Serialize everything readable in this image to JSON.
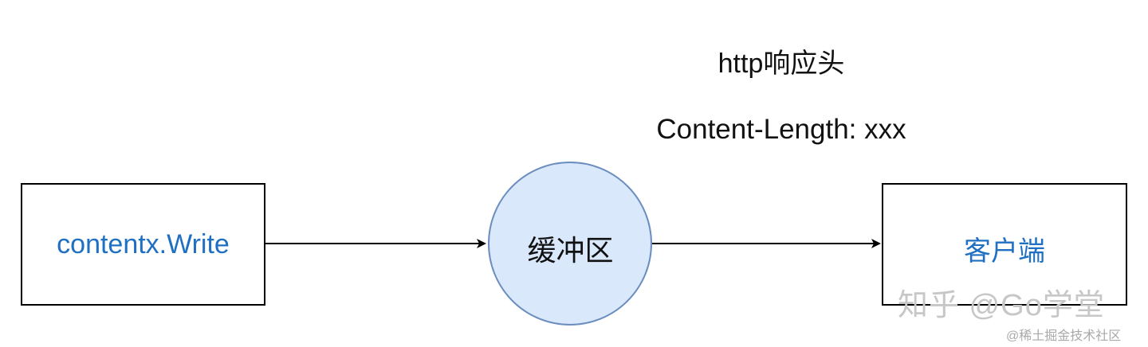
{
  "header": {
    "title": "http响应头",
    "subtitle": "Content-Length: xxx"
  },
  "nodes": {
    "source": "contentx.Write",
    "buffer": "缓冲区",
    "client": "客户端"
  },
  "watermark": "知乎 @Go学堂",
  "attribution": "@稀土掘金技术社区",
  "colors": {
    "box_text": "#1f6fc2",
    "circle_fill": "#dae8fc",
    "circle_stroke": "#6c8ebf",
    "edge": "#000000"
  }
}
